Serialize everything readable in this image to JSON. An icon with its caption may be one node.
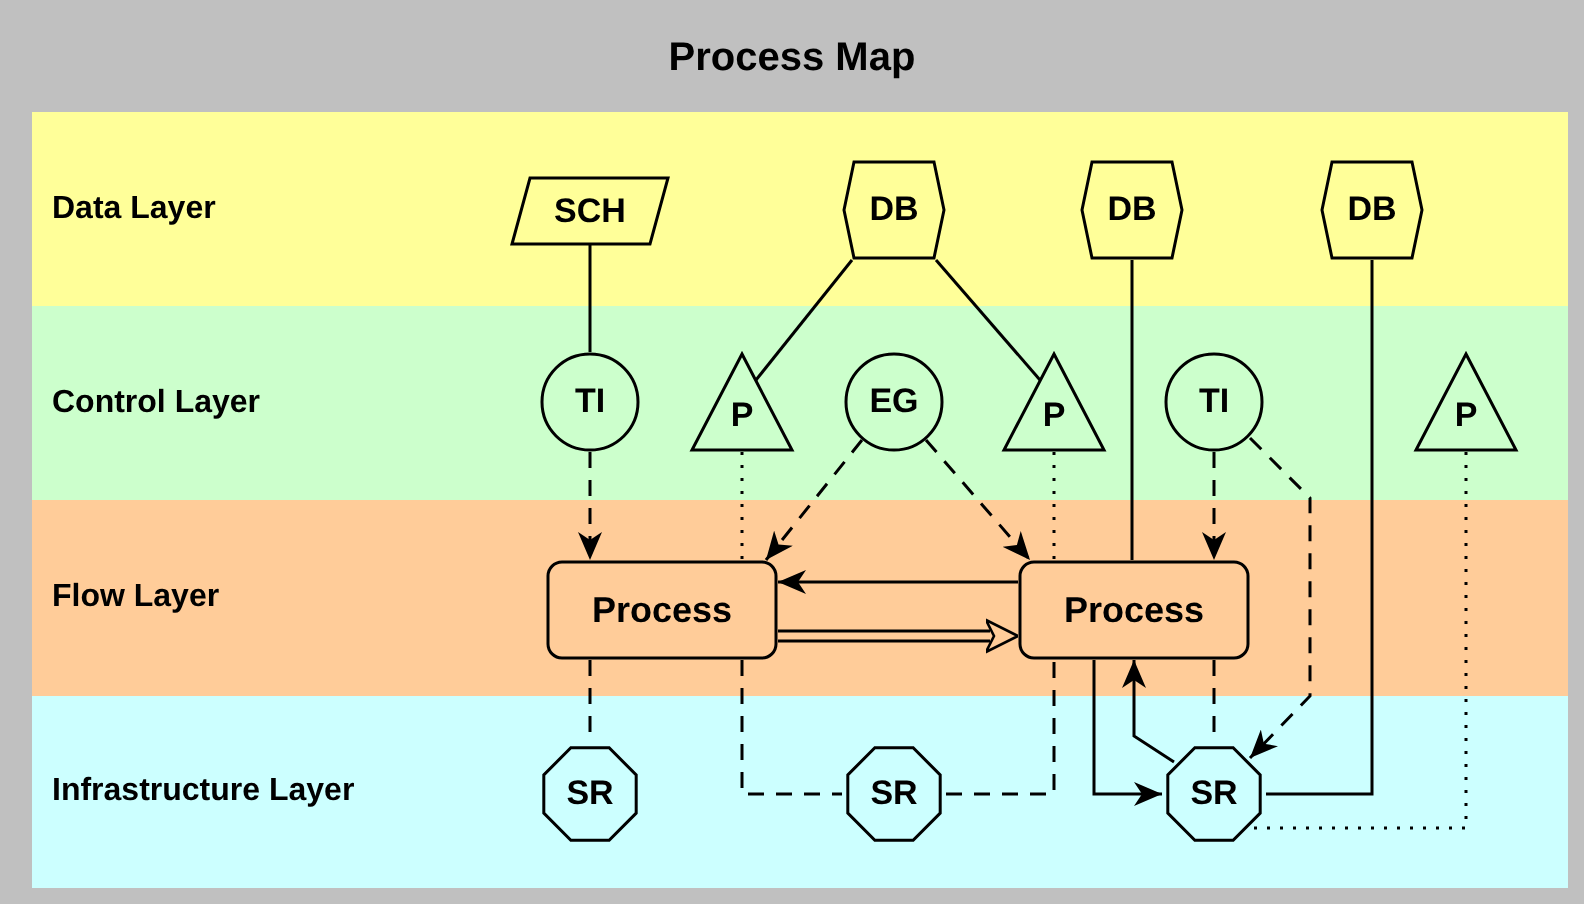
{
  "diagram": {
    "title": "Process Map",
    "nodes": [
      {
        "text": [
          "Data Layer"
        ]
      },
      {
        "text": [
          "Control Layer"
        ]
      },
      {
        "text": [
          "Flow Layer"
        ]
      },
      {
        "text": [
          "Infrastructure Layer"
        ]
      },
      {
        "text": [
          "SCH"
        ],
        "in": 0
      },
      {
        "text": [
          "DB"
        ],
        "in": 0
      },
      {
        "text": [
          "DB"
        ],
        "in": 0
      },
      {
        "text": [
          "DB"
        ],
        "in": 0
      },
      {
        "text": [
          "TI"
        ],
        "in": 1
      },
      {
        "text": [
          "P"
        ],
        "in": 1
      },
      {
        "text": [
          "EG"
        ],
        "in": 1
      },
      {
        "text": [
          "P"
        ],
        "in": 1
      },
      {
        "text": [
          "TI"
        ],
        "in": 1
      },
      {
        "text": [
          "P"
        ],
        "in": 1
      },
      {
        "text": [
          "Process"
        ],
        "in": 2
      },
      {
        "text": [
          "Process"
        ],
        "in": 2
      },
      {
        "text": [
          "SR"
        ],
        "in": 3
      },
      {
        "text": [
          "SR"
        ],
        "in": 3
      },
      {
        "text": [
          "SR"
        ],
        "in": 3
      }
    ],
    "edges": [
      {
        "from": 4,
        "to": 8,
        "arrow": "none"
      },
      {
        "from": 5,
        "to": 9,
        "arrow": "none"
      },
      {
        "from": 5,
        "to": 11,
        "arrow": "none"
      },
      {
        "from": 6,
        "to": 15,
        "arrow": "none"
      },
      {
        "from": 7,
        "to": 18,
        "arrow": "none"
      },
      {
        "from": 8,
        "to": 14,
        "arrow": "to",
        "style": "dashed"
      },
      {
        "from": 9,
        "to": 14,
        "arrow": "none",
        "style": "dashed"
      },
      {
        "from": 10,
        "to": 14,
        "arrow": "to",
        "style": "dashed"
      },
      {
        "from": 10,
        "to": 15,
        "arrow": "to",
        "style": "dashed"
      },
      {
        "from": 11,
        "to": 15,
        "arrow": "none",
        "style": "dashed"
      },
      {
        "from": 12,
        "to": 15,
        "arrow": "to",
        "style": "dashed"
      },
      {
        "from": 12,
        "to": 18,
        "arrow": "to",
        "style": "dashed"
      },
      {
        "from": 13,
        "to": 18,
        "arrow": "none",
        "style": "dashed"
      },
      {
        "from": 15,
        "to": 14,
        "arrow": "to"
      },
      {
        "from": 14,
        "to": 15,
        "arrow": "to",
        "style": "thick"
      },
      {
        "from": 14,
        "to": 16,
        "arrow": "none",
        "style": "dashed"
      },
      {
        "from": 14,
        "to": 17,
        "arrow": "none",
        "style": "dashed"
      },
      {
        "from": 17,
        "to": 15,
        "arrow": "none",
        "style": "dashed"
      },
      {
        "from": 15,
        "to": 18,
        "arrow": "to"
      },
      {
        "from": 18,
        "to": 15,
        "arrow": "to"
      },
      {
        "from": 15,
        "to": 18,
        "arrow": "none",
        "style": "dashed"
      }
    ]
  }
}
